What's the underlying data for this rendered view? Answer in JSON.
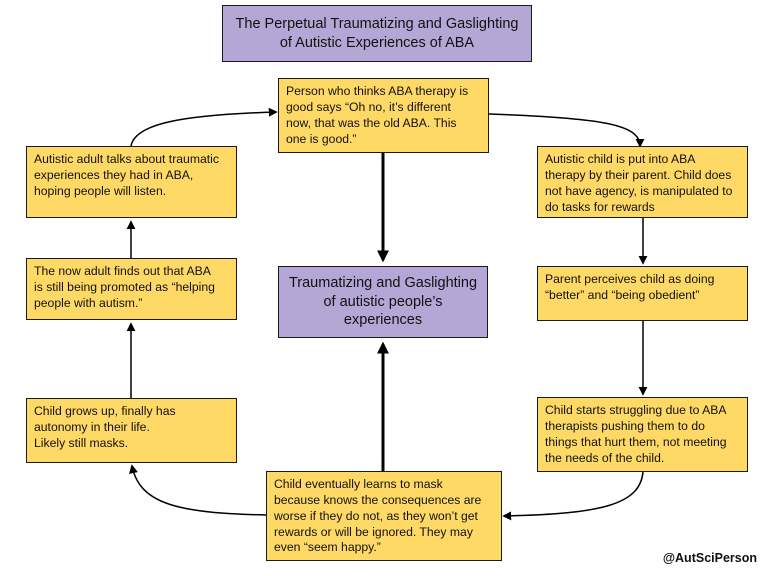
{
  "title": "The Perpetual Traumatizing and Gaslighting\nof Autistic Experiences of ABA",
  "center": "Traumatizing and Gaslighting\nof autistic people’s\nexperiences",
  "boxes": {
    "top": "Person who thinks ABA therapy is\ngood says “Oh no, it’s different\nnow, that was the old ABA. This\none is good.”",
    "right_1": "Autistic child is put into ABA\ntherapy by their parent. Child does\nnot have agency, is manipulated to\ndo tasks for rewards",
    "right_2": "Parent perceives child as doing\n“better” and “being obedient”",
    "right_3": "Child starts struggling due to ABA\ntherapists pushing them to do\nthings that hurt them, not meeting\nthe needs of the child.",
    "bottom": "Child eventually learns to mask\nbecause knows the consequences are\nworse if they do not, as they won’t get\nrewards or will be ignored. They may\neven “seem happy.”",
    "left_3": "Child grows up, finally has\nautonomy in their life.\nLikely still masks.",
    "left_2": "The now adult finds out that ABA\nis still being promoted as “helping\npeople with autism.”",
    "left_1": "Autistic adult talks about traumatic\nexperiences they had in ABA,\nhoping people will listen."
  },
  "credit": "@AutSciPerson"
}
